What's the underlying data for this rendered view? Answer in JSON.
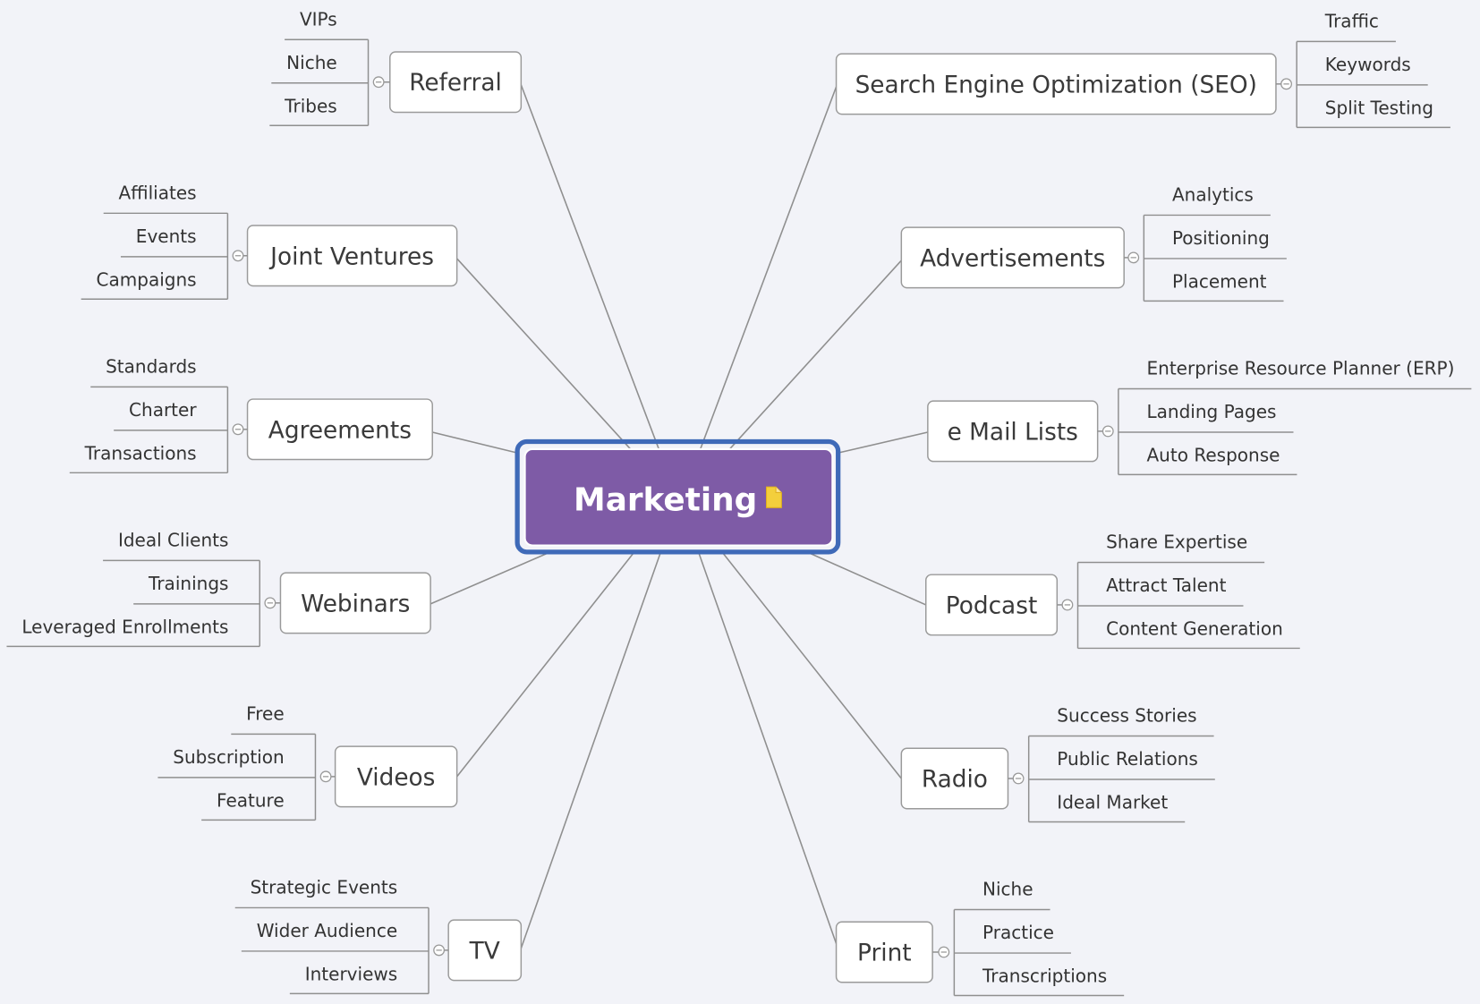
{
  "center": {
    "label": "Marketing",
    "icon": "note-icon",
    "fill": "#7e5ba6",
    "border": "#3f6ab8"
  },
  "topics": [
    {
      "label": "Referral",
      "side": "left",
      "children": [
        "VIPs",
        "Niche",
        "Tribes"
      ]
    },
    {
      "label": "Joint Ventures",
      "side": "left",
      "children": [
        "Affiliates",
        "Events",
        "Campaigns"
      ]
    },
    {
      "label": "Agreements",
      "side": "left",
      "children": [
        "Standards",
        "Charter",
        "Transactions"
      ]
    },
    {
      "label": "Webinars",
      "side": "left",
      "children": [
        "Ideal Clients",
        "Trainings",
        "Leveraged Enrollments"
      ]
    },
    {
      "label": "Videos",
      "side": "left",
      "children": [
        "Free",
        "Subscription",
        "Feature"
      ]
    },
    {
      "label": "TV",
      "side": "left",
      "children": [
        "Strategic Events",
        "Wider Audience",
        "Interviews"
      ]
    },
    {
      "label": "Search Engine Optimization (SEO)",
      "side": "right",
      "children": [
        "Traffic",
        "Keywords",
        "Split Testing"
      ]
    },
    {
      "label": "Advertisements",
      "side": "right",
      "children": [
        "Analytics",
        "Positioning",
        "Placement"
      ]
    },
    {
      "label": "e Mail Lists",
      "side": "right",
      "children": [
        "Enterprise Resource Planner (ERP)",
        "Landing Pages",
        "Auto Response"
      ]
    },
    {
      "label": "Podcast",
      "side": "right",
      "children": [
        "Share Expertise",
        "Attract Talent",
        "Content Generation"
      ]
    },
    {
      "label": "Radio",
      "side": "right",
      "children": [
        "Success Stories",
        "Public Relations",
        "Ideal Market"
      ]
    },
    {
      "label": "Print",
      "side": "right",
      "children": [
        "Niche",
        "Practice",
        "Transcriptions"
      ]
    }
  ]
}
